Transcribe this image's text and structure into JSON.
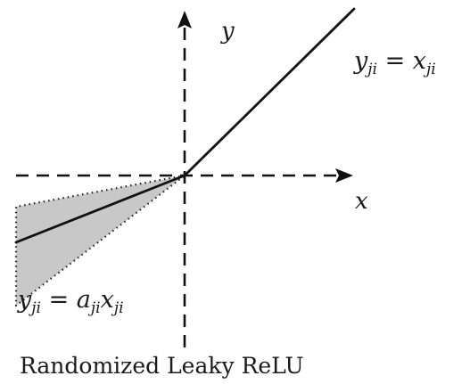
{
  "axes": {
    "x_label": "x",
    "y_label": "y"
  },
  "labels": {
    "positive_branch": {
      "lhs": "y",
      "lhs_sub": "ji",
      "eq": " = ",
      "rhs": "x",
      "rhs_sub": "ji"
    },
    "negative_branch": {
      "lhs": "y",
      "lhs_sub": "ji",
      "eq": " = ",
      "coef": "a",
      "coef_sub": "ji",
      "var": "x",
      "var_sub": "ji"
    }
  },
  "caption": "Randomized Leaky ReLU",
  "colors": {
    "line": "#111111",
    "shade": "#c8c8c8",
    "axis": "#111111"
  }
}
